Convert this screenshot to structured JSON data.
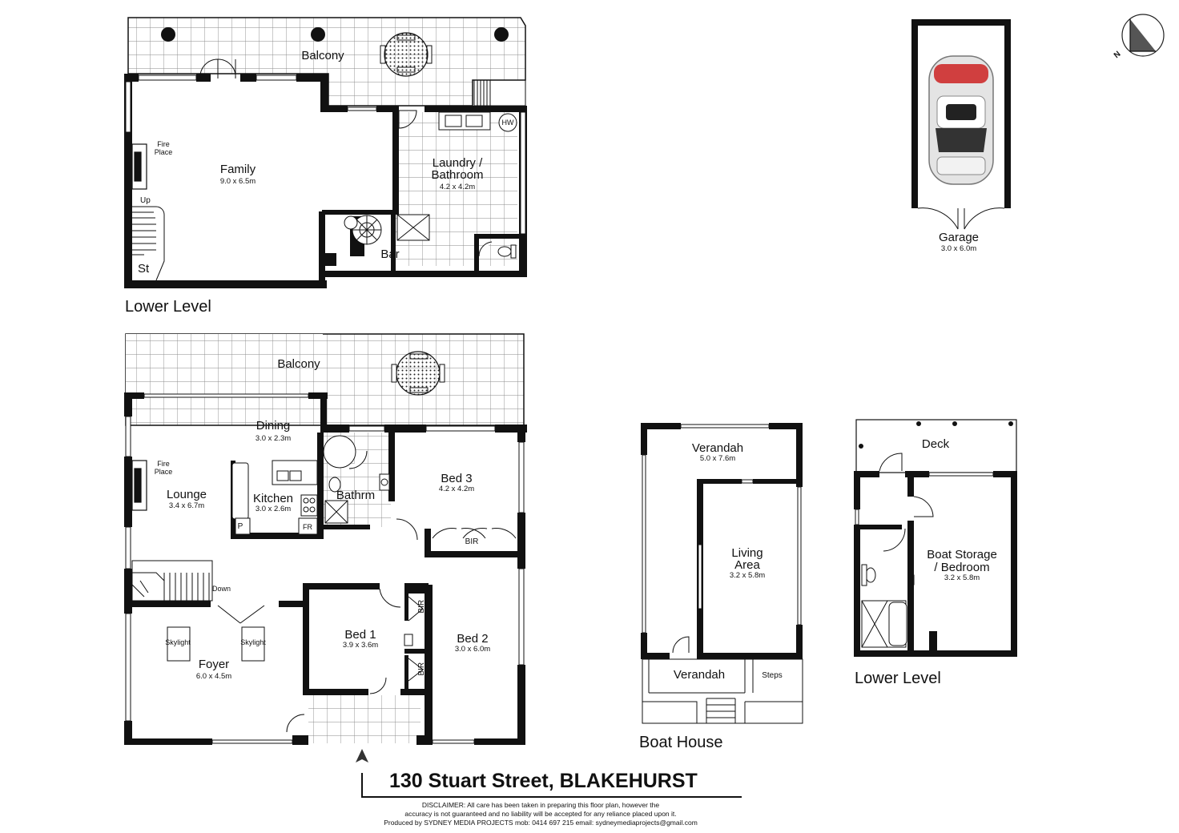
{
  "address": "130 Stuart Street, BLAKEHURST",
  "disclaimer": {
    "line1": "DISCLAIMER: All care has been taken in preparing this floor plan, however the",
    "line2": "accuracy is not guaranteed and no liability will be accepted for any reliance placed upon it.",
    "line3": "Produced by SYDNEY MEDIA PROJECTS mob: 0414 697 215 email: sydneymediaprojects@gmail.com"
  },
  "compass": {
    "letter": "N"
  },
  "house_lower": {
    "level_label": "Lower Level",
    "balcony": "Balcony",
    "family": {
      "name": "Family",
      "dim": "9.0 x 6.5m"
    },
    "laundry": {
      "name_l1": "Laundry /",
      "name_l2": "Bathroom",
      "dim": "4.2 x 4.2m"
    },
    "fireplace_l1": "Fire",
    "fireplace_l2": "Place",
    "up": "Up",
    "st": "St",
    "bar": "Bar",
    "hw": "HW"
  },
  "house_upper": {
    "balcony": "Balcony",
    "dining": {
      "name": "Dining",
      "dim": "3.0 x 2.3m"
    },
    "lounge": {
      "name": "Lounge",
      "dim": "3.4 x 6.7m"
    },
    "kitchen": {
      "name": "Kitchen",
      "dim": "3.0 x 2.6m"
    },
    "bathrm": "Bathrm",
    "bed3": {
      "name": "Bed 3",
      "dim": "4.2 x 4.2m"
    },
    "bed1": {
      "name": "Bed 1",
      "dim": "3.9 x 3.6m"
    },
    "bed2": {
      "name": "Bed 2",
      "dim": "3.0 x 6.0m"
    },
    "foyer": {
      "name": "Foyer",
      "dim": "6.0 x 4.5m"
    },
    "fireplace_l1": "Fire",
    "fireplace_l2": "Place",
    "skylight": "Skylight",
    "down": "Down",
    "bir": "BIR",
    "pantry": "P",
    "fridge": "FR"
  },
  "garage": {
    "name": "Garage",
    "dim": "3.0 x 6.0m"
  },
  "boat_house": {
    "title": "Boat House",
    "verandah_top": {
      "name": "Verandah",
      "dim": "5.0 x 7.6m"
    },
    "living": {
      "name_l1": "Living",
      "name_l2": "Area",
      "dim": "3.2 x 5.8m"
    },
    "verandah_bottom": "Verandah",
    "steps": "Steps"
  },
  "boat_lower": {
    "level_label": "Lower Level",
    "deck": "Deck",
    "storage": {
      "name_l1": "Boat Storage",
      "name_l2": "/ Bedroom",
      "dim": "3.2 x 5.8m"
    }
  },
  "colors": {
    "wall": "#111111",
    "grid": "#8a8a8a",
    "tile_bg": "#ffffff"
  }
}
